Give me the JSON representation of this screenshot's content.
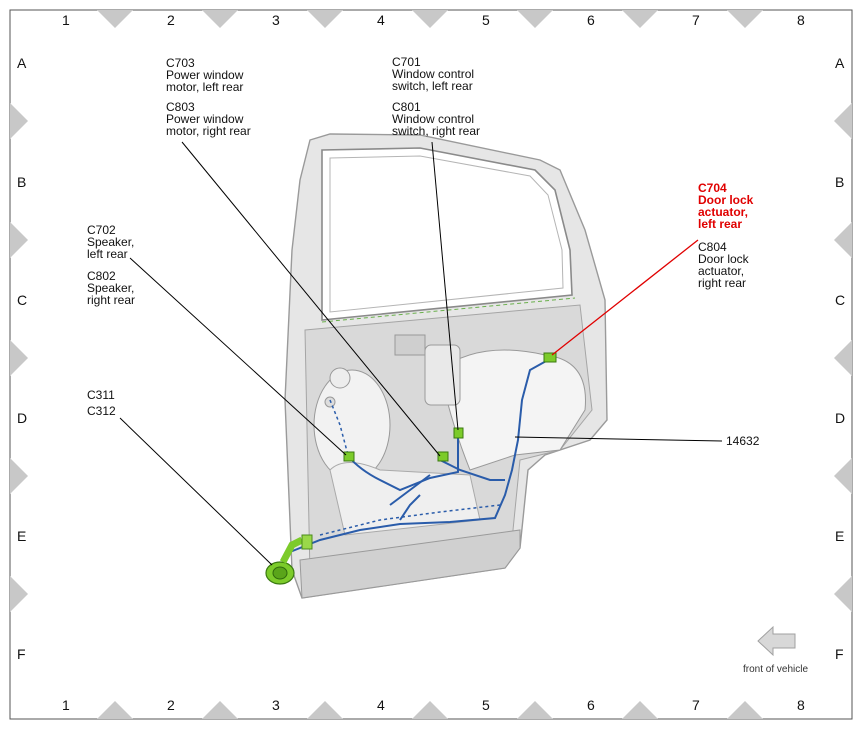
{
  "grid": {
    "columns": [
      "1",
      "2",
      "3",
      "4",
      "5",
      "6",
      "7",
      "8"
    ],
    "rows": [
      "A",
      "B",
      "C",
      "D",
      "E",
      "F"
    ]
  },
  "callouts": {
    "c703": {
      "code": "C703",
      "desc": [
        "Power window",
        "motor, left rear"
      ]
    },
    "c803": {
      "code": "C803",
      "desc": [
        "Power window",
        "motor, right rear"
      ]
    },
    "c701": {
      "code": "C701",
      "desc": [
        "Window control",
        "switch, left rear"
      ]
    },
    "c801": {
      "code": "C801",
      "desc": [
        "Window control",
        "switch, right rear"
      ]
    },
    "c704": {
      "code": "C704",
      "desc": [
        "Door lock",
        "actuator,",
        "left rear"
      ],
      "color": "#e00000"
    },
    "c804": {
      "code": "C804",
      "desc": [
        "Door lock",
        "actuator,",
        "right rear"
      ]
    },
    "c702": {
      "code": "C702",
      "desc": [
        "Speaker,",
        "left rear"
      ]
    },
    "c802": {
      "code": "C802",
      "desc": [
        "Speaker,",
        "right rear"
      ]
    },
    "c311": {
      "code": "C311"
    },
    "c312": {
      "code": "C312"
    },
    "harness": {
      "code": "14632"
    }
  },
  "orientation": {
    "label": "front of vehicle",
    "icon": "left-arrow-icon"
  },
  "colors": {
    "harness": "#2a5caa",
    "connector": "#7ccb2a",
    "highlight": "#e00000",
    "door": "#dcdcdc"
  }
}
